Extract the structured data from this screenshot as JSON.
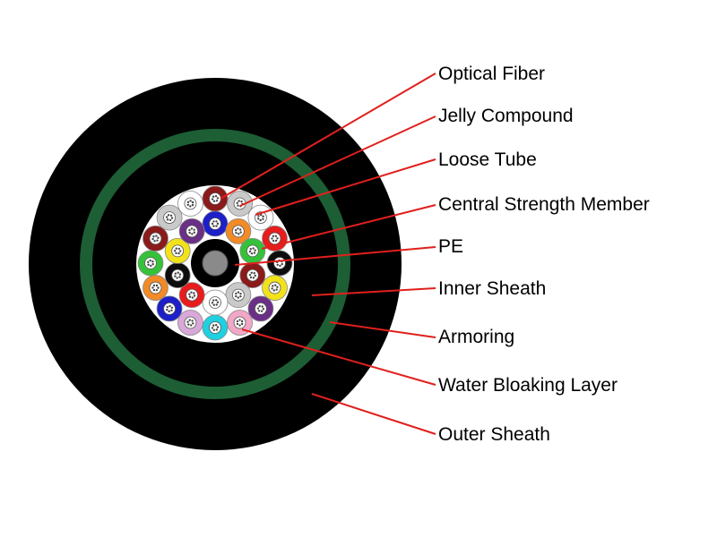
{
  "labels": {
    "optical_fiber": "Optical Fiber",
    "jelly_compound": "Jelly Compound",
    "loose_tube": "Loose Tube",
    "central_strength_member": "Central Strength Member",
    "pe": "PE",
    "inner_sheath": "Inner Sheath",
    "armoring": "Armoring",
    "water_blocking_layer": "Water Bloaking Layer",
    "outer_sheath": "Outer Sheath"
  },
  "colors": {
    "sheath": "#000000",
    "armoring": "#1d5e34",
    "core_fill": "#ffffff",
    "central_member": "#8a8a8a",
    "leader_line": "#e0201c",
    "tubes": [
      "#1d1fc8",
      "#f28a26",
      "#35c23a",
      "#8b1a1a",
      "#c9c9c9",
      "#ffffff",
      "#e81c1c",
      "#0d0d0d",
      "#f2e21c",
      "#6a2f86",
      "#f2a7c6",
      "#1fd0e0",
      "#d8a8d8"
    ]
  }
}
